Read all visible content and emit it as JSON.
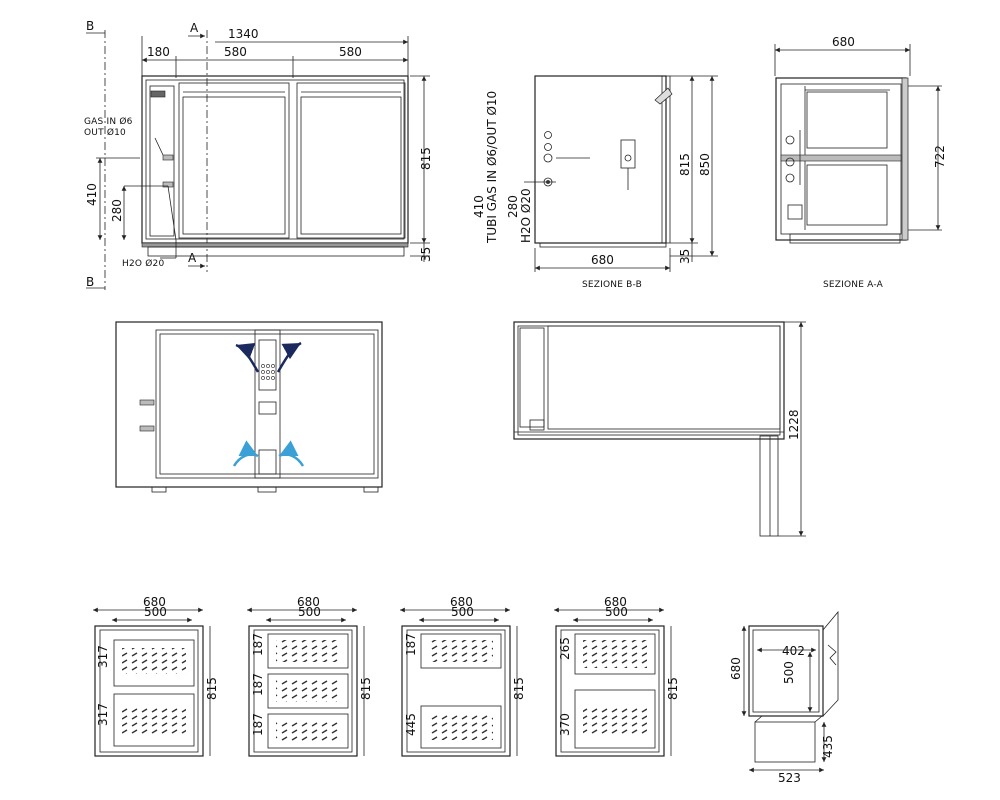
{
  "front": {
    "sec_b": "B",
    "sec_a": "A",
    "total": "1340",
    "w1": "180",
    "w2": "580",
    "w3": "580",
    "h_total": "815",
    "h_base": "35",
    "h410": "410",
    "h280": "280",
    "gas_label": "GAS IN Ø6",
    "out_label": "OUT Ø10",
    "h2o_label": "H2O Ø20"
  },
  "side": {
    "tubi_label": "TUBI GAS IN Ø6/OUT Ø10",
    "h2o_label": "H2O Ø20",
    "d410": "410",
    "d280": "280",
    "depth": "680",
    "h815": "815",
    "h850": "850",
    "base": "35",
    "caption": "SEZIONE B-B"
  },
  "section_a": {
    "depth": "680",
    "h722": "722",
    "caption": "SEZIONE A-A"
  },
  "top_view": {
    "depth": "1228"
  },
  "drawers": [
    {
      "w680": "680",
      "w500": "500",
      "h815": "815",
      "labels": [
        "317",
        "317"
      ]
    },
    {
      "w680": "680",
      "w500": "500",
      "h815": "815",
      "labels": [
        "187",
        "187",
        "187"
      ]
    },
    {
      "w680": "680",
      "w500": "500",
      "h815": "815",
      "labels": [
        "187",
        "445"
      ]
    },
    {
      "w680": "680",
      "w500": "500",
      "h815": "815",
      "labels": [
        "265",
        "370"
      ]
    }
  ],
  "detail": {
    "h680": "680",
    "w402": "402",
    "h500": "500",
    "h435": "435",
    "w523": "523"
  }
}
